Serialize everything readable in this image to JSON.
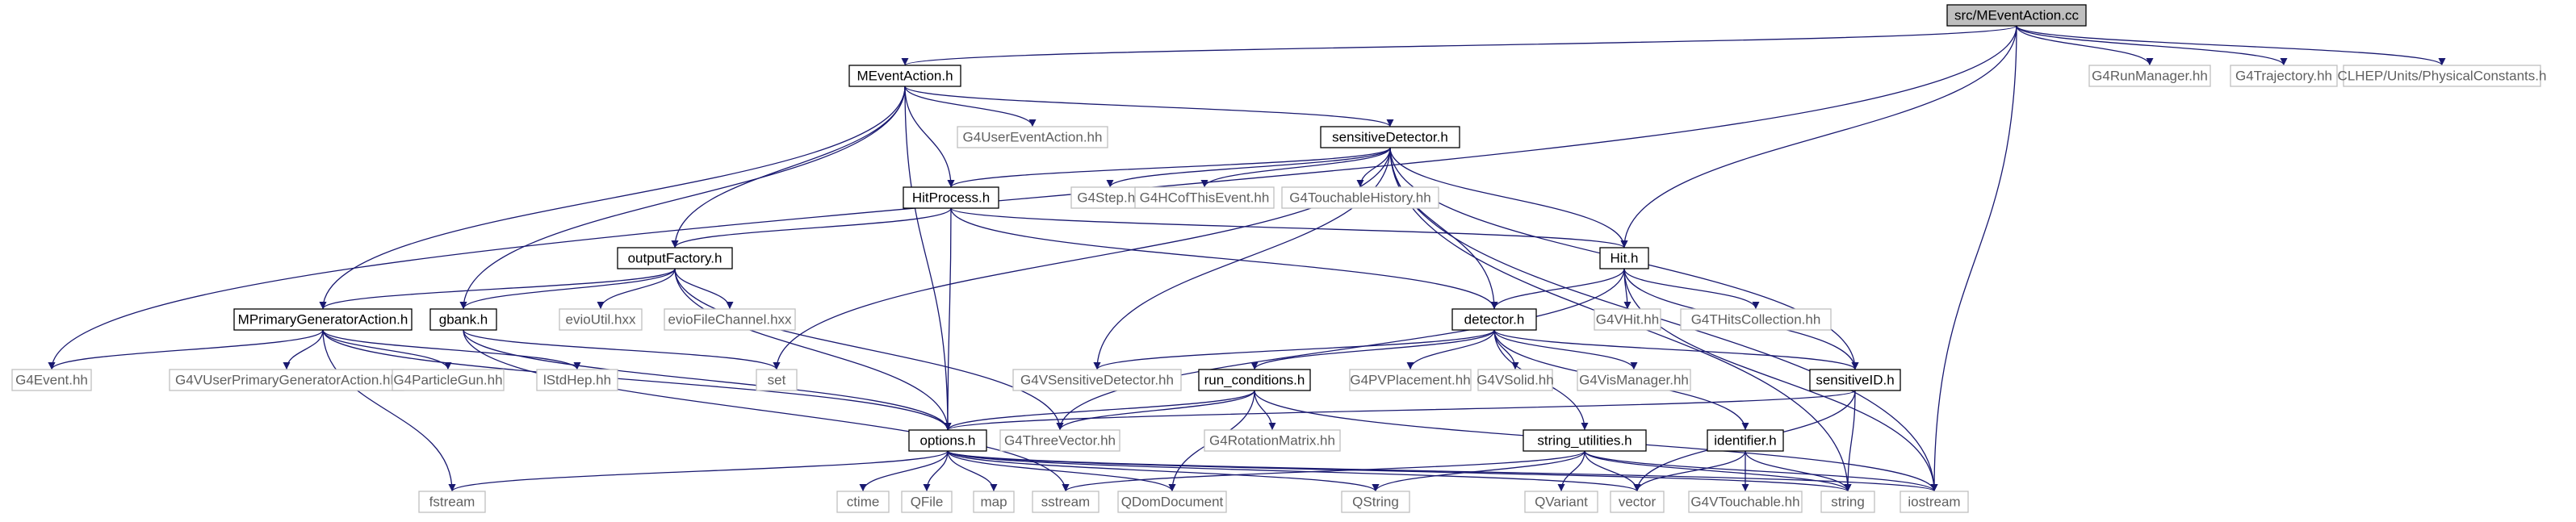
{
  "diagram": {
    "nodes": [
      {
        "id": "root",
        "label": "src/MEventAction.cc",
        "kind": "root"
      },
      {
        "id": "MEventAction",
        "label": "MEventAction.h",
        "kind": "local"
      },
      {
        "id": "G4RunManager",
        "label": "G4RunManager.hh",
        "kind": "external"
      },
      {
        "id": "G4Trajectory",
        "label": "G4Trajectory.hh",
        "kind": "external"
      },
      {
        "id": "CLHEP",
        "label": "CLHEP/Units/PhysicalConstants.h",
        "kind": "external"
      },
      {
        "id": "G4UserEventAction",
        "label": "G4UserEventAction.hh",
        "kind": "external"
      },
      {
        "id": "sensitiveDetector",
        "label": "sensitiveDetector.h",
        "kind": "local"
      },
      {
        "id": "HitProcess",
        "label": "HitProcess.h",
        "kind": "local"
      },
      {
        "id": "G4Step",
        "label": "G4Step.hh",
        "kind": "external"
      },
      {
        "id": "G4HCofThisEvent",
        "label": "G4HCofThisEvent.hh",
        "kind": "external"
      },
      {
        "id": "G4TouchableHistory",
        "label": "G4TouchableHistory.hh",
        "kind": "external"
      },
      {
        "id": "outputFactory",
        "label": "outputFactory.h",
        "kind": "local"
      },
      {
        "id": "Hit",
        "label": "Hit.h",
        "kind": "local"
      },
      {
        "id": "MPrimaryGeneratorAction",
        "label": "MPrimaryGeneratorAction.h",
        "kind": "local"
      },
      {
        "id": "gbank",
        "label": "gbank.h",
        "kind": "local"
      },
      {
        "id": "evioUtil",
        "label": "evioUtil.hxx",
        "kind": "external"
      },
      {
        "id": "evioFileChannel",
        "label": "evioFileChannel.hxx",
        "kind": "external"
      },
      {
        "id": "detector",
        "label": "detector.h",
        "kind": "local"
      },
      {
        "id": "G4VHit",
        "label": "G4VHit.hh",
        "kind": "external"
      },
      {
        "id": "G4THitsCollection",
        "label": "G4THitsCollection.hh",
        "kind": "external"
      },
      {
        "id": "G4Event",
        "label": "G4Event.hh",
        "kind": "external"
      },
      {
        "id": "G4VUserPrimaryGeneratorAction",
        "label": "G4VUserPrimaryGeneratorAction.hh",
        "kind": "external"
      },
      {
        "id": "G4ParticleGun",
        "label": "G4ParticleGun.hh",
        "kind": "external"
      },
      {
        "id": "lStdHep",
        "label": "lStdHep.hh",
        "kind": "external"
      },
      {
        "id": "set",
        "label": "set",
        "kind": "external"
      },
      {
        "id": "G4VSensitiveDetector",
        "label": "G4VSensitiveDetector.hh",
        "kind": "external"
      },
      {
        "id": "run_conditions",
        "label": "run_conditions.h",
        "kind": "local"
      },
      {
        "id": "G4PVPlacement",
        "label": "G4PVPlacement.hh",
        "kind": "external"
      },
      {
        "id": "G4VSolid",
        "label": "G4VSolid.hh",
        "kind": "external"
      },
      {
        "id": "G4VisManager",
        "label": "G4VisManager.hh",
        "kind": "external"
      },
      {
        "id": "sensitiveID",
        "label": "sensitiveID.h",
        "kind": "local"
      },
      {
        "id": "options",
        "label": "options.h",
        "kind": "local"
      },
      {
        "id": "G4ThreeVector",
        "label": "G4ThreeVector.hh",
        "kind": "external"
      },
      {
        "id": "G4RotationMatrix",
        "label": "G4RotationMatrix.hh",
        "kind": "external"
      },
      {
        "id": "string_utilities",
        "label": "string_utilities.h",
        "kind": "local"
      },
      {
        "id": "identifier",
        "label": "identifier.h",
        "kind": "local"
      },
      {
        "id": "fstream",
        "label": "fstream",
        "kind": "external"
      },
      {
        "id": "ctime",
        "label": "ctime",
        "kind": "external"
      },
      {
        "id": "QFile",
        "label": "QFile",
        "kind": "external"
      },
      {
        "id": "map",
        "label": "map",
        "kind": "external"
      },
      {
        "id": "sstream",
        "label": "sstream",
        "kind": "external"
      },
      {
        "id": "QDomDocument",
        "label": "QDomDocument",
        "kind": "external"
      },
      {
        "id": "QString",
        "label": "QString",
        "kind": "external"
      },
      {
        "id": "QVariant",
        "label": "QVariant",
        "kind": "external"
      },
      {
        "id": "vector",
        "label": "vector",
        "kind": "external"
      },
      {
        "id": "G4VTouchable",
        "label": "G4VTouchable.hh",
        "kind": "external"
      },
      {
        "id": "string",
        "label": "string",
        "kind": "external"
      },
      {
        "id": "iostream",
        "label": "iostream",
        "kind": "external"
      }
    ],
    "edges": [
      [
        "root",
        "MEventAction"
      ],
      [
        "root",
        "G4RunManager"
      ],
      [
        "root",
        "G4Trajectory"
      ],
      [
        "root",
        "CLHEP"
      ],
      [
        "root",
        "Hit"
      ],
      [
        "root",
        "G4Event"
      ],
      [
        "root",
        "iostream"
      ],
      [
        "MEventAction",
        "G4UserEventAction"
      ],
      [
        "MEventAction",
        "sensitiveDetector"
      ],
      [
        "MEventAction",
        "HitProcess"
      ],
      [
        "MEventAction",
        "outputFactory"
      ],
      [
        "MEventAction",
        "MPrimaryGeneratorAction"
      ],
      [
        "MEventAction",
        "gbank"
      ],
      [
        "MEventAction",
        "options"
      ],
      [
        "sensitiveDetector",
        "HitProcess"
      ],
      [
        "sensitiveDetector",
        "G4Step"
      ],
      [
        "sensitiveDetector",
        "G4HCofThisEvent"
      ],
      [
        "sensitiveDetector",
        "G4TouchableHistory"
      ],
      [
        "sensitiveDetector",
        "Hit"
      ],
      [
        "sensitiveDetector",
        "detector"
      ],
      [
        "sensitiveDetector",
        "G4VSensitiveDetector"
      ],
      [
        "sensitiveDetector",
        "sensitiveID"
      ],
      [
        "sensitiveDetector",
        "string"
      ],
      [
        "sensitiveDetector",
        "iostream"
      ],
      [
        "sensitiveDetector",
        "set"
      ],
      [
        "HitProcess",
        "outputFactory"
      ],
      [
        "HitProcess",
        "Hit"
      ],
      [
        "HitProcess",
        "detector"
      ],
      [
        "HitProcess",
        "options"
      ],
      [
        "outputFactory",
        "MPrimaryGeneratorAction"
      ],
      [
        "outputFactory",
        "gbank"
      ],
      [
        "outputFactory",
        "evioUtil"
      ],
      [
        "outputFactory",
        "evioFileChannel"
      ],
      [
        "outputFactory",
        "options"
      ],
      [
        "outputFactory",
        "G4ThreeVector"
      ],
      [
        "Hit",
        "detector"
      ],
      [
        "Hit",
        "G4VHit"
      ],
      [
        "Hit",
        "G4THitsCollection"
      ],
      [
        "Hit",
        "sensitiveID"
      ],
      [
        "Hit",
        "G4ThreeVector"
      ],
      [
        "Hit",
        "iostream"
      ],
      [
        "MPrimaryGeneratorAction",
        "G4Event"
      ],
      [
        "MPrimaryGeneratorAction",
        "G4VUserPrimaryGeneratorAction"
      ],
      [
        "MPrimaryGeneratorAction",
        "G4ParticleGun"
      ],
      [
        "MPrimaryGeneratorAction",
        "lStdHep"
      ],
      [
        "MPrimaryGeneratorAction",
        "options"
      ],
      [
        "MPrimaryGeneratorAction",
        "fstream"
      ],
      [
        "gbank",
        "set"
      ],
      [
        "gbank",
        "options"
      ],
      [
        "gbank",
        "sstream"
      ],
      [
        "detector",
        "G4VSensitiveDetector"
      ],
      [
        "detector",
        "run_conditions"
      ],
      [
        "detector",
        "G4PVPlacement"
      ],
      [
        "detector",
        "G4VSolid"
      ],
      [
        "detector",
        "G4VisManager"
      ],
      [
        "detector",
        "sensitiveID"
      ],
      [
        "detector",
        "string_utilities"
      ],
      [
        "detector",
        "identifier"
      ],
      [
        "run_conditions",
        "options"
      ],
      [
        "run_conditions",
        "G4ThreeVector"
      ],
      [
        "run_conditions",
        "G4RotationMatrix"
      ],
      [
        "run_conditions",
        "QDomDocument"
      ],
      [
        "run_conditions",
        "iostream"
      ],
      [
        "sensitiveID",
        "options"
      ],
      [
        "sensitiveID",
        "vector"
      ],
      [
        "sensitiveID",
        "string"
      ],
      [
        "options",
        "fstream"
      ],
      [
        "options",
        "ctime"
      ],
      [
        "options",
        "QFile"
      ],
      [
        "options",
        "map"
      ],
      [
        "options",
        "QDomDocument"
      ],
      [
        "options",
        "QString"
      ],
      [
        "options",
        "vector"
      ],
      [
        "options",
        "string"
      ],
      [
        "options",
        "iostream"
      ],
      [
        "string_utilities",
        "sstream"
      ],
      [
        "string_utilities",
        "QString"
      ],
      [
        "string_utilities",
        "QVariant"
      ],
      [
        "string_utilities",
        "vector"
      ],
      [
        "string_utilities",
        "string"
      ],
      [
        "string_utilities",
        "iostream"
      ],
      [
        "identifier",
        "vector"
      ],
      [
        "identifier",
        "G4VTouchable"
      ],
      [
        "identifier",
        "string"
      ]
    ]
  }
}
